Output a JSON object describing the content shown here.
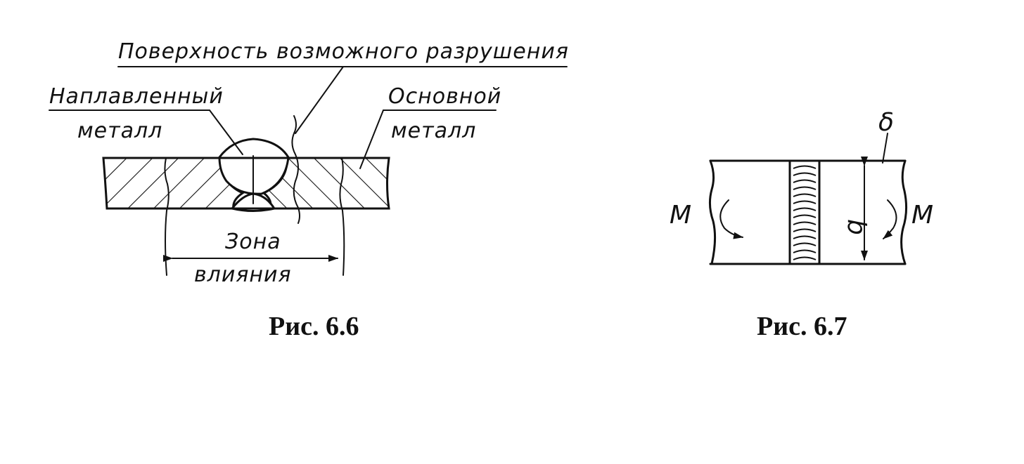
{
  "figure_6_6": {
    "label_surface": "Поверхность возможного разрушения",
    "label_deposited_line1": "Наплавленный",
    "label_deposited_line2": "металл",
    "label_base_line1": "Основной",
    "label_base_line2": "металл",
    "label_zone_line1": "Зона",
    "label_zone_line2": "влияния",
    "caption": "Рис. 6.6"
  },
  "figure_6_7": {
    "label_delta": "δ",
    "label_moment_left": "M",
    "label_moment_right": "M",
    "label_width": "b",
    "caption": "Рис. 6.7"
  }
}
